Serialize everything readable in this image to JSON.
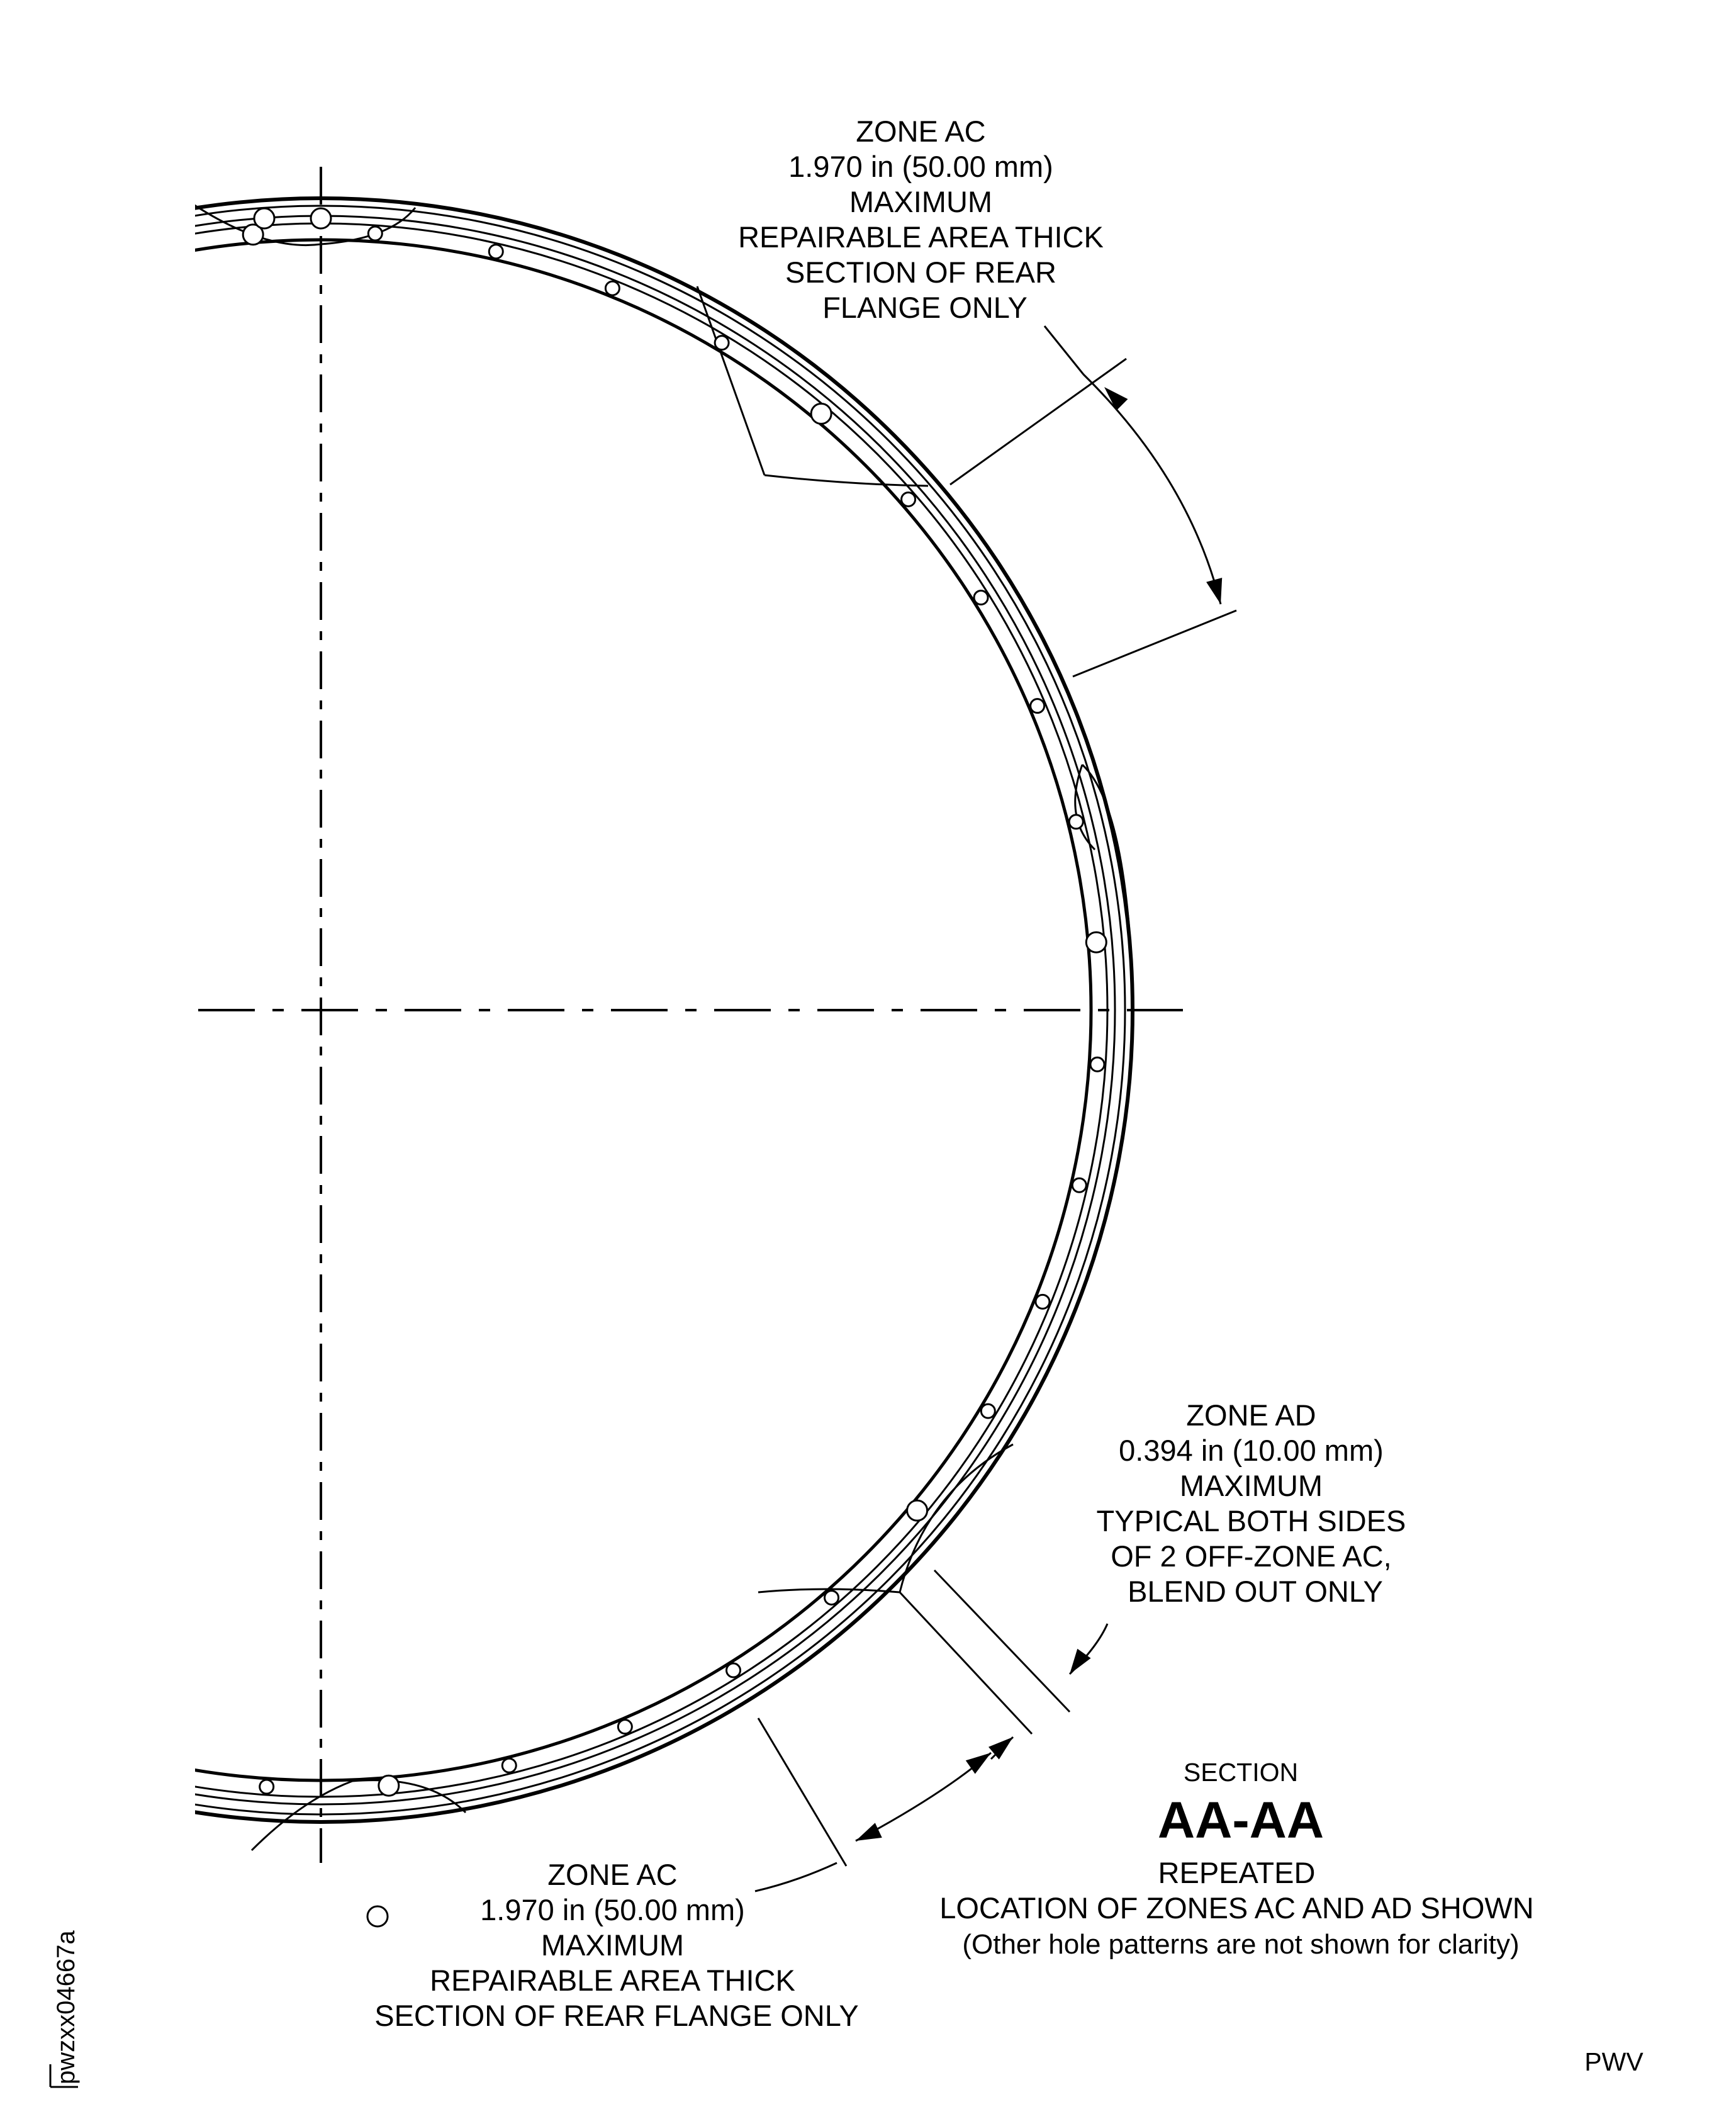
{
  "zone_ac_top": {
    "lines": [
      "ZONE AC",
      "1.970 in (50.00 mm)",
      "MAXIMUM",
      "REPAIRABLE AREA THICK",
      "SECTION OF REAR",
      "FLANGE ONLY"
    ]
  },
  "zone_ad": {
    "lines": [
      "ZONE AD",
      "0.394 in (10.00 mm)",
      "MAXIMUM",
      "TYPICAL BOTH SIDES",
      "OF 2 OFF-ZONE AC,",
      "BLEND OUT ONLY"
    ]
  },
  "zone_ac_bottom": {
    "lines": [
      "ZONE AC",
      "1.970 in (50.00 mm)",
      "MAXIMUM",
      "REPAIRABLE AREA THICK",
      "SECTION OF REAR FLANGE ONLY"
    ]
  },
  "section": {
    "prefix": "SECTION",
    "id": "AA-AA",
    "caption": [
      "REPEATED",
      "LOCATION OF ZONES AC AND AD SHOWN",
      "(Other hole patterns are not shown for clarity)"
    ]
  },
  "figure_code": "pwzxx04667a",
  "corner_code": "PWV"
}
